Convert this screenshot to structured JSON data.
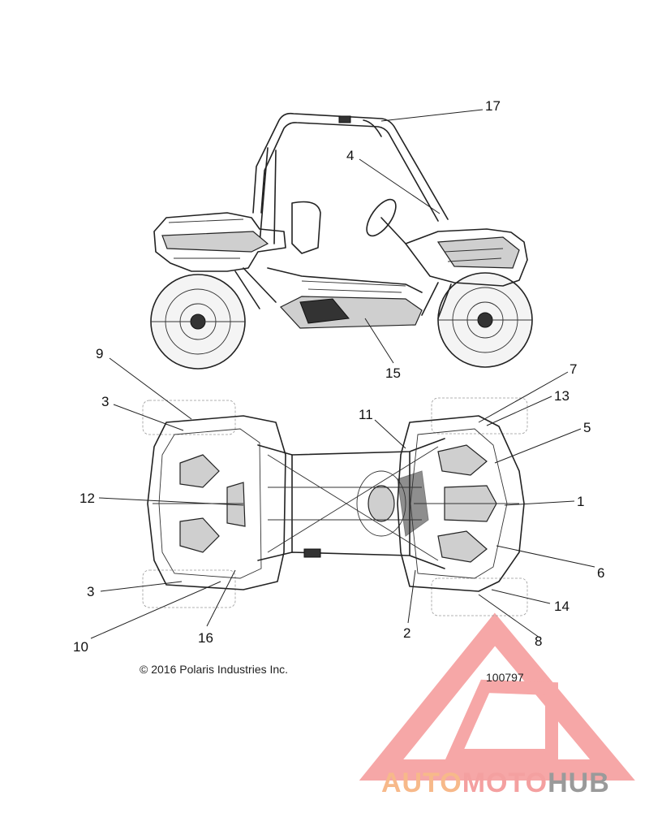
{
  "callouts": [
    {
      "label": "17"
    },
    {
      "label": "4"
    },
    {
      "label": "15"
    },
    {
      "label": "9"
    },
    {
      "label": "3"
    },
    {
      "label": "12"
    },
    {
      "label": "3"
    },
    {
      "label": "10"
    },
    {
      "label": "16"
    },
    {
      "label": "11"
    },
    {
      "label": "2"
    },
    {
      "label": "7"
    },
    {
      "label": "13"
    },
    {
      "label": "5"
    },
    {
      "label": "1"
    },
    {
      "label": "6"
    },
    {
      "label": "14"
    },
    {
      "label": "8"
    }
  ],
  "copyright": "© 2016 Polaris Industries Inc.",
  "part_number": "100797",
  "watermark": {
    "part1": "AUTO",
    "part2": "MOTO",
    "part3": "HUB"
  },
  "colors": {
    "line": "#222222",
    "watermark_red": "#f06a6a",
    "watermark_orange": "#f7b98a",
    "watermark_gray": "#9a9a9a"
  }
}
